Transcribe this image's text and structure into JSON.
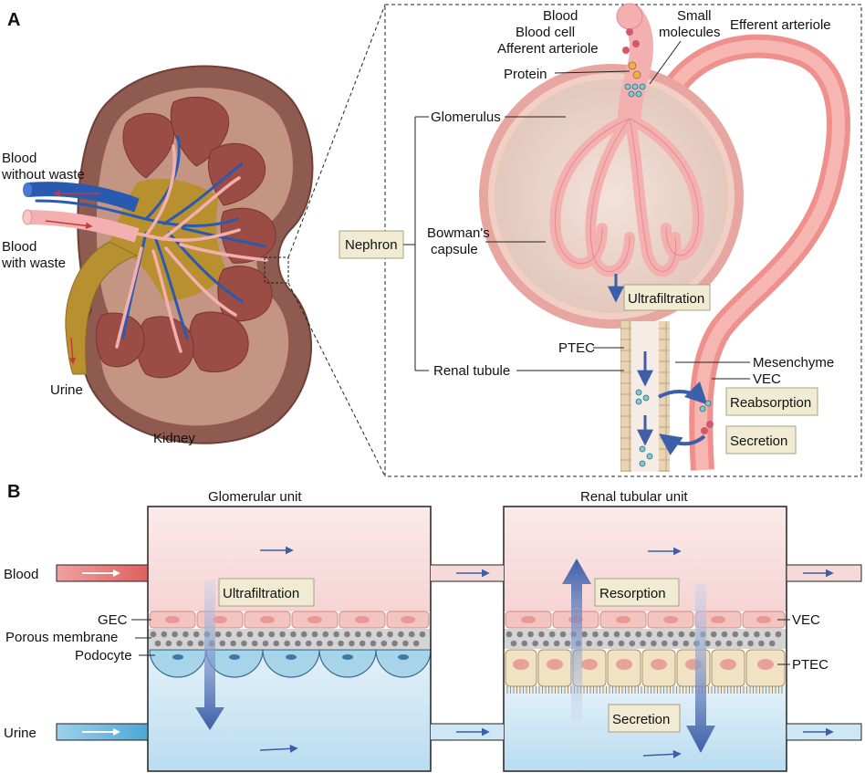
{
  "panel_a": {
    "letter": "A",
    "kidney": {
      "title": "Kidney",
      "blood_out_line1": "Blood",
      "blood_out_line2": "without waste",
      "blood_in_line1": "Blood",
      "blood_in_line2": "with waste",
      "urine": "Urine"
    },
    "nephron": {
      "box_label": "Nephron",
      "blood": "Blood",
      "blood_cell": "Blood cell",
      "small_molecules_line1": "Small",
      "small_molecules_line2": "molecules",
      "afferent": "Afferent arteriole",
      "efferent": "Efferent arteriole",
      "protein": "Protein",
      "glomerulus": "Glomerulus",
      "bowman_line1": "Bowman's",
      "bowman_line2": "capsule",
      "ultrafiltration": "Ultrafiltration",
      "ptec": "PTEC",
      "renal_tubule": "Renal tubule",
      "mesenchyme": "Mesenchyme",
      "vec": "VEC",
      "reabsorption": "Reabsorption",
      "secretion": "Secretion"
    },
    "colors": {
      "artery": "#f4a8a8",
      "vein": "#2a5ab0",
      "kidney": "#8f5a4f",
      "urine": "#b8902f"
    }
  },
  "panel_b": {
    "letter": "B",
    "glomerular_title": "Glomerular unit",
    "tubular_title": "Renal tubular unit",
    "blood": "Blood",
    "urine": "Urine",
    "gec": "GEC",
    "porous": "Porous membrane",
    "podocyte": "Podocyte",
    "ultrafiltration": "Ultrafiltration",
    "resorption": "Resorption",
    "secretion": "Secretion",
    "vec": "VEC",
    "ptec": "PTEC",
    "colors": {
      "blood_channel": "#f7dcdc",
      "urine_channel": "#cfe6f4",
      "arrow": "#3d5fa8",
      "box": "#f1ebd3"
    }
  }
}
